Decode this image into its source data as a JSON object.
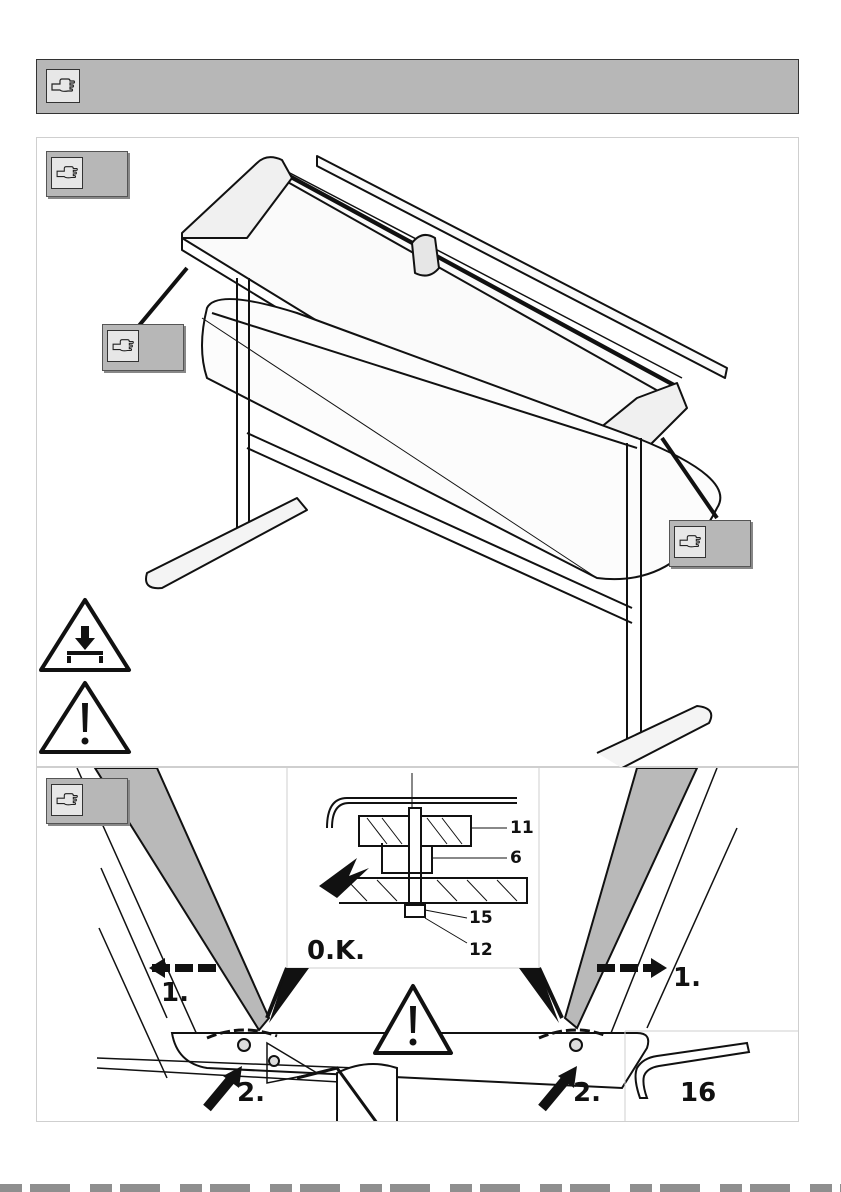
{
  "icons": {
    "header": "hand-pointing-icon",
    "pointer": "hand-pointing-icon",
    "warning_load": "warning-heavy-load-icon",
    "warning_general": "warning-exclamation-icon",
    "wrench": "allen-key-icon"
  },
  "detail": {
    "ok_label": "0.K.",
    "part_11": "11",
    "part_6": "6",
    "part_15": "15",
    "part_12": "12"
  },
  "steps": {
    "left_step1": "1.",
    "left_step2": "2.",
    "right_step1": "1.",
    "right_step2": "2."
  },
  "tool": {
    "part_16": "16"
  },
  "colors": {
    "badge_gray": "#b7b7b7",
    "frame_gray": "#b9b9b9"
  }
}
